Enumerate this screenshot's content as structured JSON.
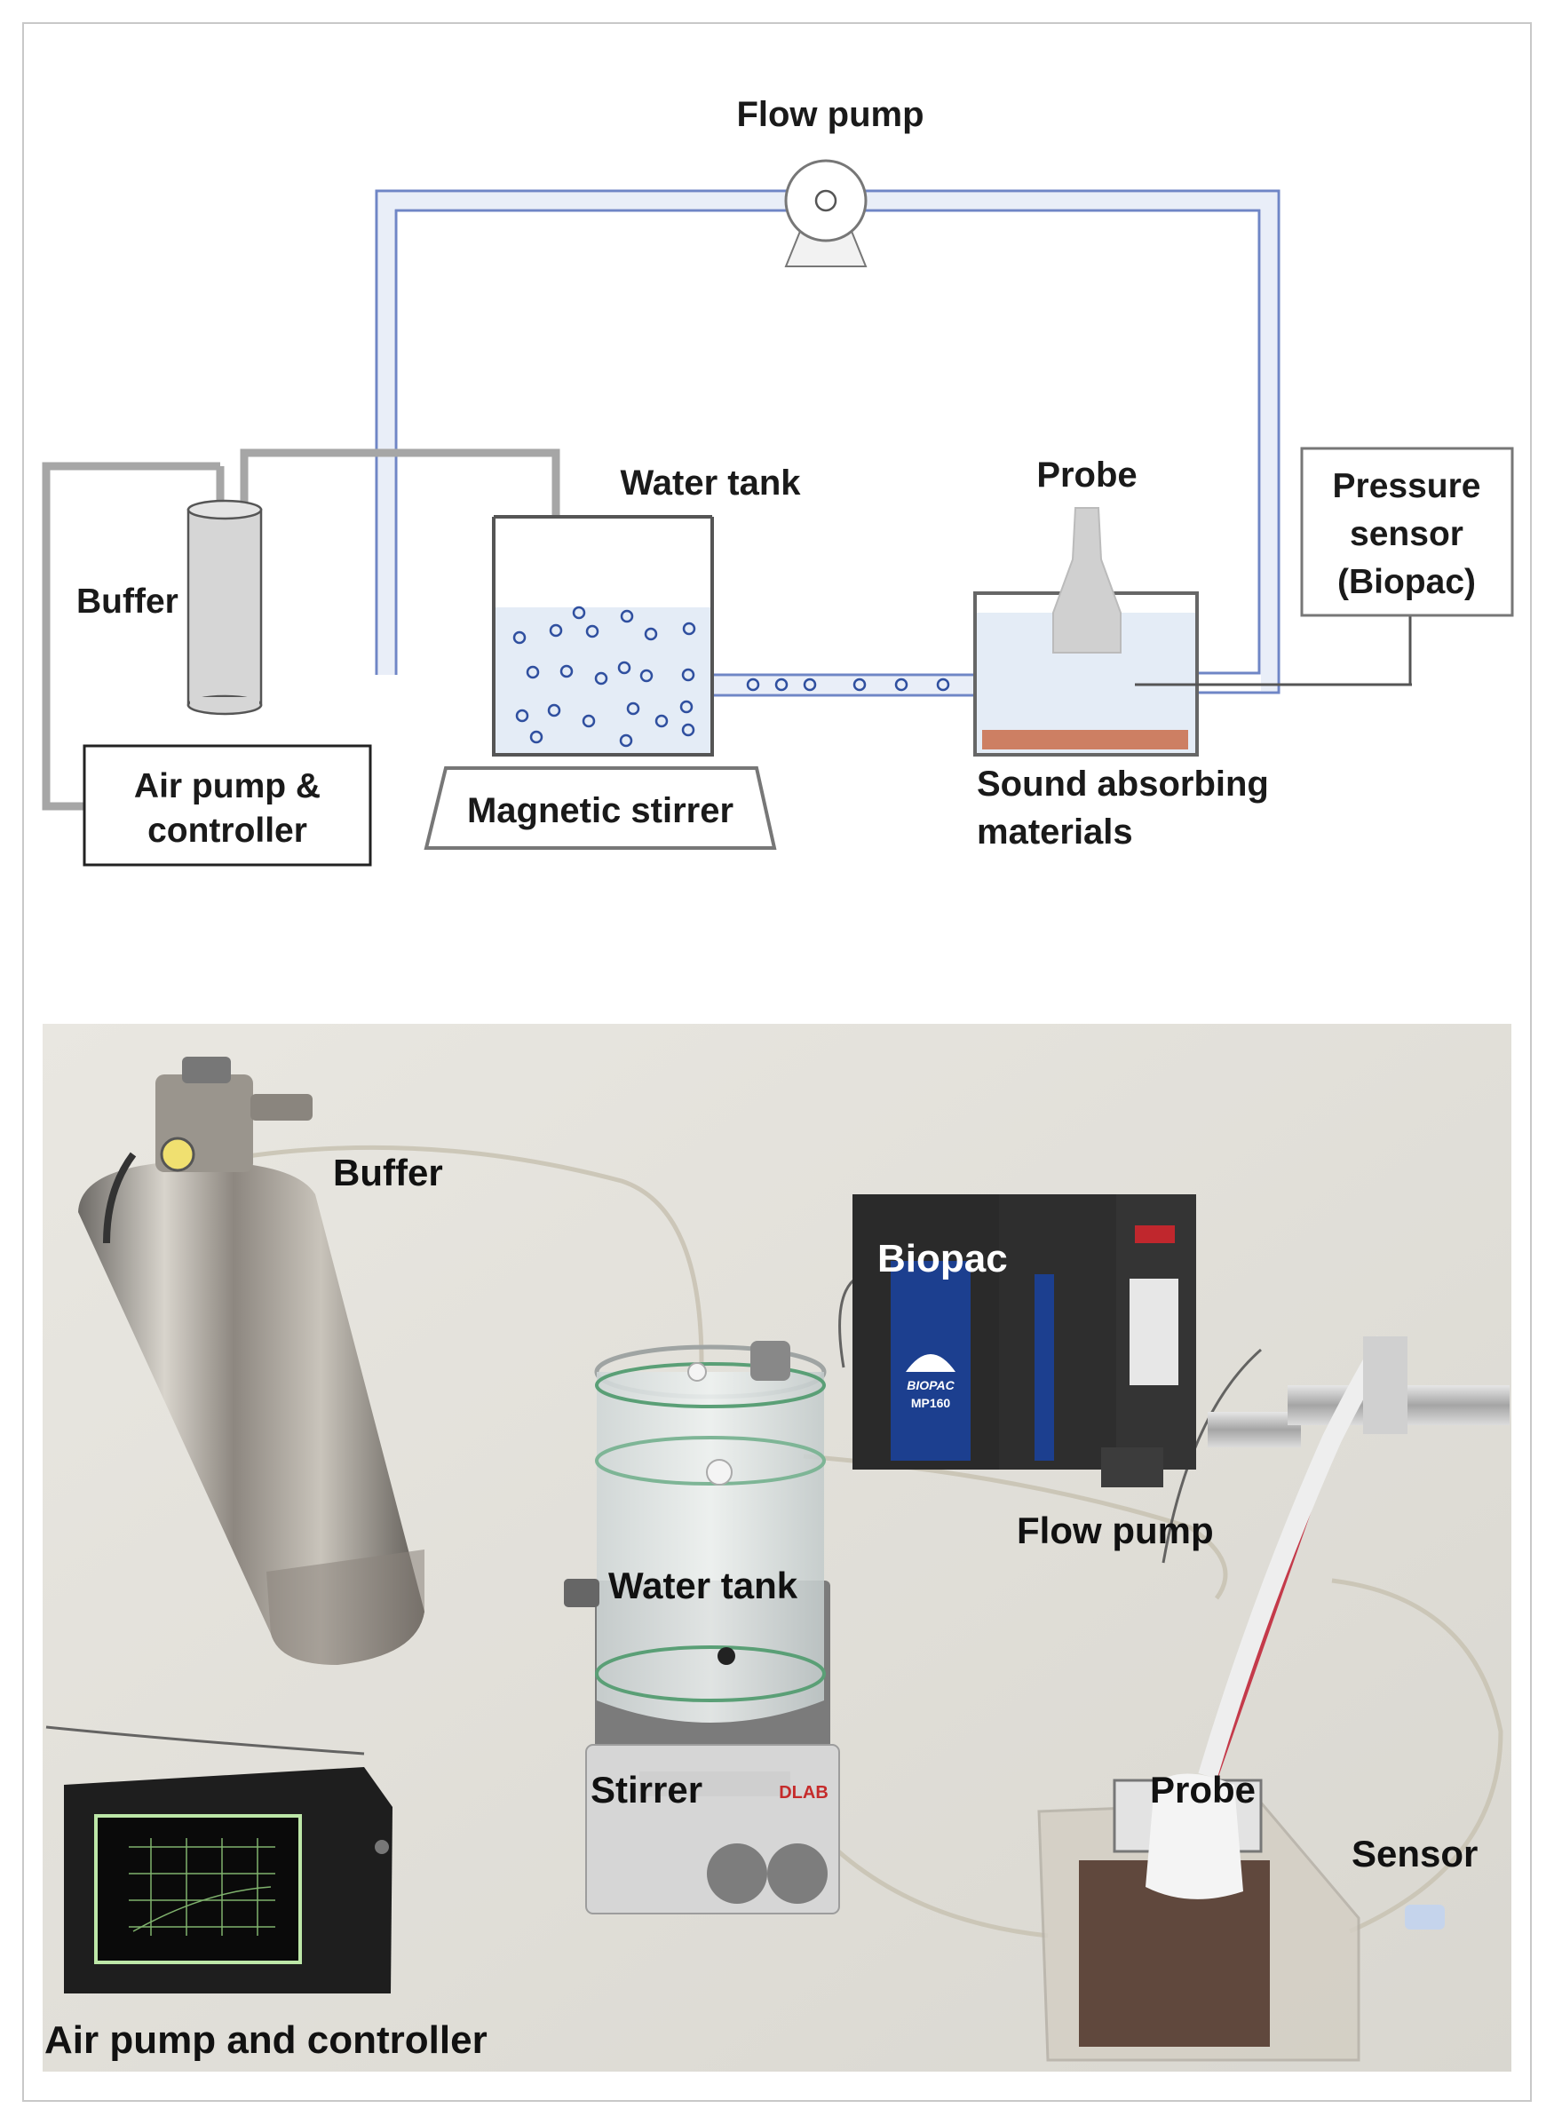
{
  "schematic": {
    "labels": {
      "flow_pump": "Flow pump",
      "water_tank": "Water tank",
      "probe": "Probe",
      "pressure_sensor_line1": "Pressure",
      "pressure_sensor_line2": "sensor",
      "pressure_sensor_line3": "(Biopac)",
      "buffer": "Buffer",
      "air_pump_line1": "Air pump &",
      "air_pump_line2": "controller",
      "magnetic_stirrer": "Magnetic stirrer",
      "sound_absorbing_line1": "Sound absorbing",
      "sound_absorbing_line2": "materials"
    },
    "colors": {
      "flow_tube": "#6f86c6",
      "gas_tube": "#a6a6a6",
      "water": "#e4ecf6",
      "bubble": "#2f4f9f",
      "absorber": "#cd7f63"
    }
  },
  "photo": {
    "labels": {
      "buffer": "Buffer",
      "biopac": "Biopac",
      "flow_pump": "Flow pump",
      "water_tank": "Water tank",
      "stirrer": "Stirrer",
      "probe": "Probe",
      "sensor": "Sensor",
      "air_pump_controller": "Air pump and controller"
    },
    "device_text": {
      "biopac_brand": "BIOPAC",
      "biopac_model": "MP160",
      "stirrer_brand": "DLAB"
    }
  }
}
